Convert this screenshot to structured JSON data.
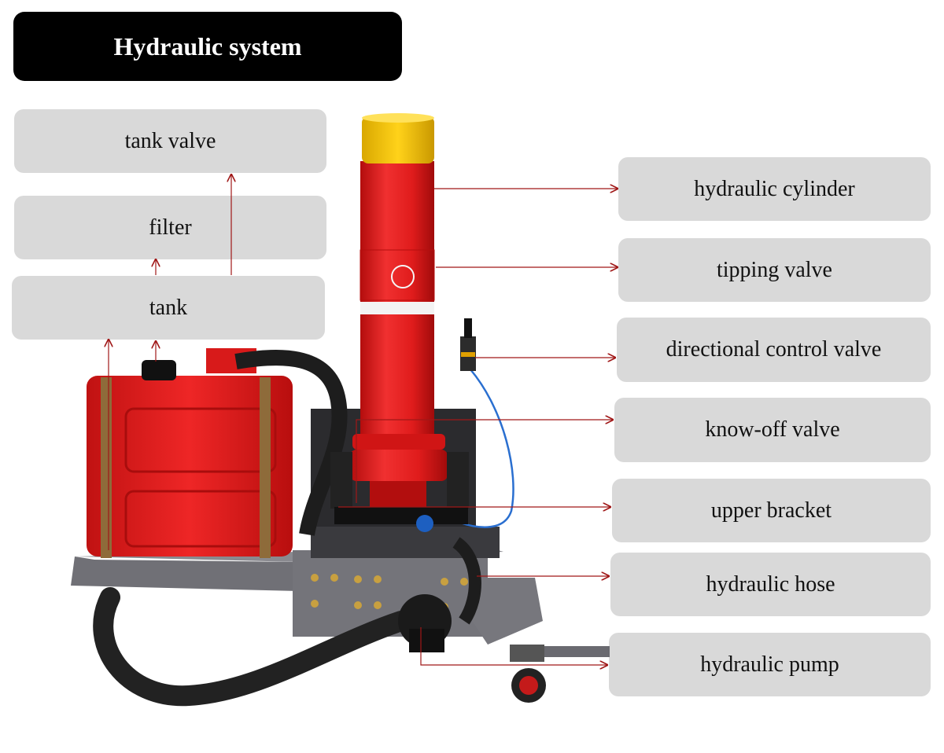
{
  "diagram": {
    "title": "Hydraulic system",
    "labels": {
      "tank_valve": "tank valve",
      "filter": "filter",
      "tank": "tank",
      "hydraulic_cylinder": "hydraulic cylinder",
      "tipping_valve": "tipping valve",
      "directional_control_valve": "directional control valve",
      "knock_off_valve": "know-off valve",
      "upper_bracket": "upper bracket",
      "hydraulic_hose": "hydraulic hose",
      "hydraulic_pump": "hydraulic pump"
    },
    "colors": {
      "arrow": "#a01818",
      "label_bg": "#d9d9d9",
      "title_bg": "#000000",
      "machine_red": "#e41e1e",
      "cap_yellow": "#f2c200",
      "frame_gray": "#6e6e72"
    }
  }
}
